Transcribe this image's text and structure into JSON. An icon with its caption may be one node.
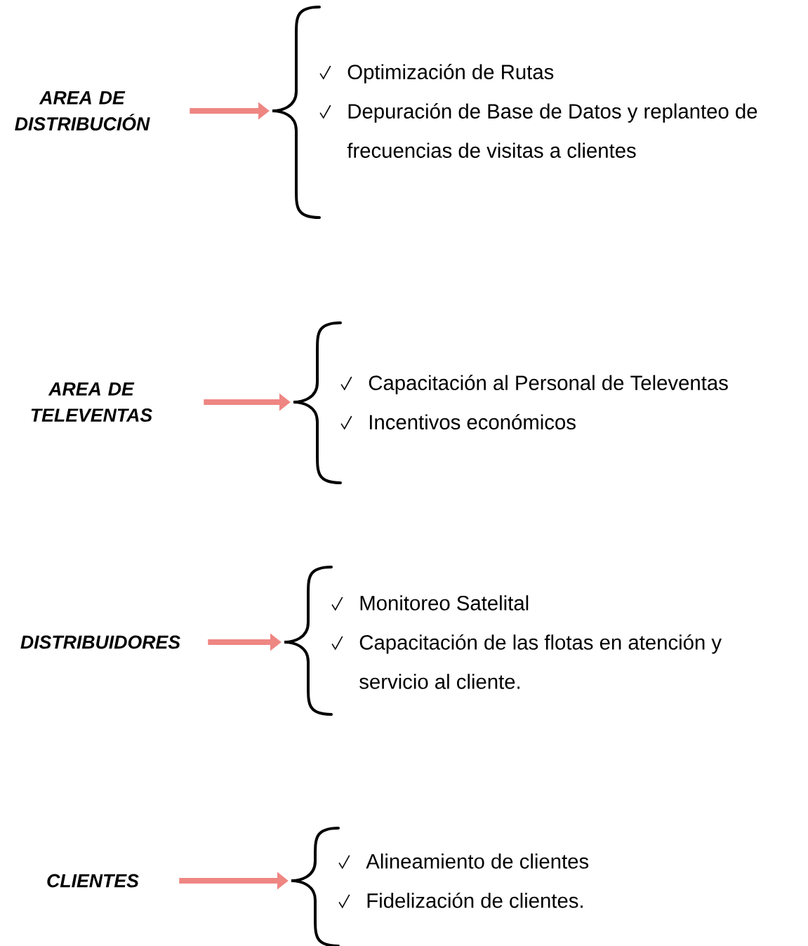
{
  "diagram": {
    "nodes": [
      {
        "text": [
          "AREA DE DISTRIBUCIÓN"
        ]
      },
      {
        "text": [
          "Optimización de Rutas",
          "Depuración de Base de Datos y replanteo de frecuencias de visitas a clientes"
        ]
      },
      {
        "text": [
          "AREA DE TELEVENTAS"
        ]
      },
      {
        "text": [
          "Capacitación al Personal de Televentas",
          "Incentivos económicos"
        ]
      },
      {
        "text": [
          "DISTRIBUIDORES"
        ]
      },
      {
        "text": [
          "Monitoreo Satelital",
          "Capacitación de las flotas en atención y servicio al cliente."
        ]
      },
      {
        "text": [
          "CLIENTES"
        ]
      },
      {
        "text": [
          "Alineamiento de clientes",
          "Fidelización de clientes."
        ]
      }
    ],
    "edges": [
      {
        "from": 0,
        "to": 1,
        "arrow": "to"
      },
      {
        "from": 2,
        "to": 3,
        "arrow": "to"
      },
      {
        "from": 4,
        "to": 5,
        "arrow": "to"
      },
      {
        "from": 6,
        "to": 7,
        "arrow": "to"
      }
    ]
  }
}
